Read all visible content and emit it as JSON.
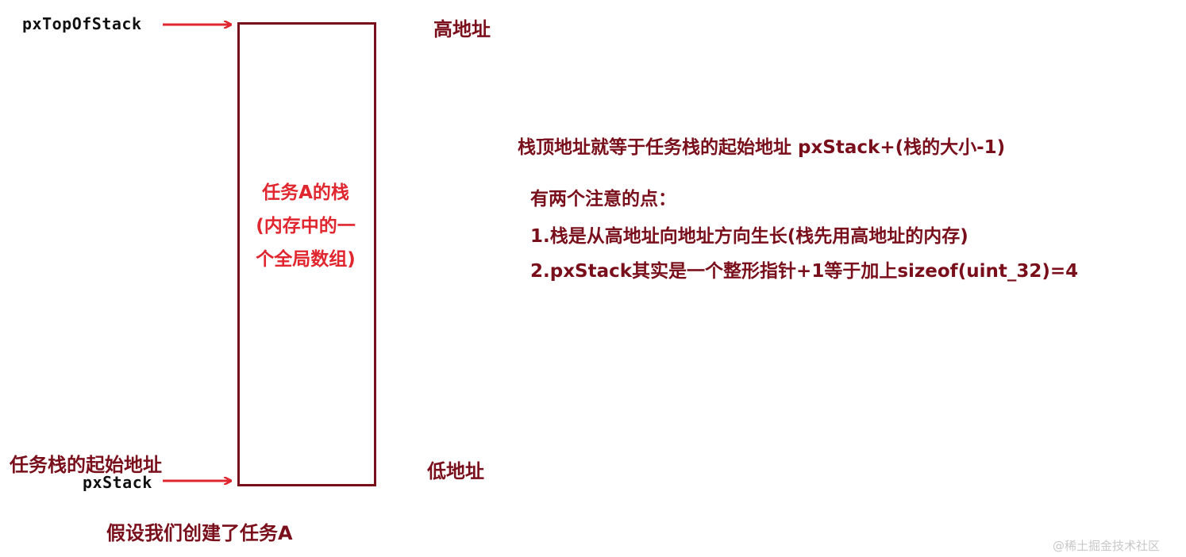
{
  "pointer_top_label": "pxTopOfStack",
  "pointer_bottom_label": "pxStack",
  "high_address": "高地址",
  "low_address": "低地址",
  "stack_base_label": "任务栈的起始地址",
  "stack_box_lines": [
    "任务A的栈",
    "(内存中的一",
    "个全局数组)"
  ],
  "caption": "假设我们创建了任务A",
  "notes": {
    "heading": "栈顶地址就等于任务栈的起始地址 pxStack+(栈的大小-1)",
    "subheading": "有两个注意的点：",
    "points": [
      "1.栈是从高地址向地址方向生长(栈先用高地址的内存)",
      "2.pxStack其实是一个整形指针+1等于加上sizeof(uint_32)=4"
    ]
  },
  "watermark": "@稀土掘金技术社区",
  "colors": {
    "dark_red": "#7a0f1c",
    "bright_red": "#e0262f",
    "box_border": "#7a0f1c"
  }
}
